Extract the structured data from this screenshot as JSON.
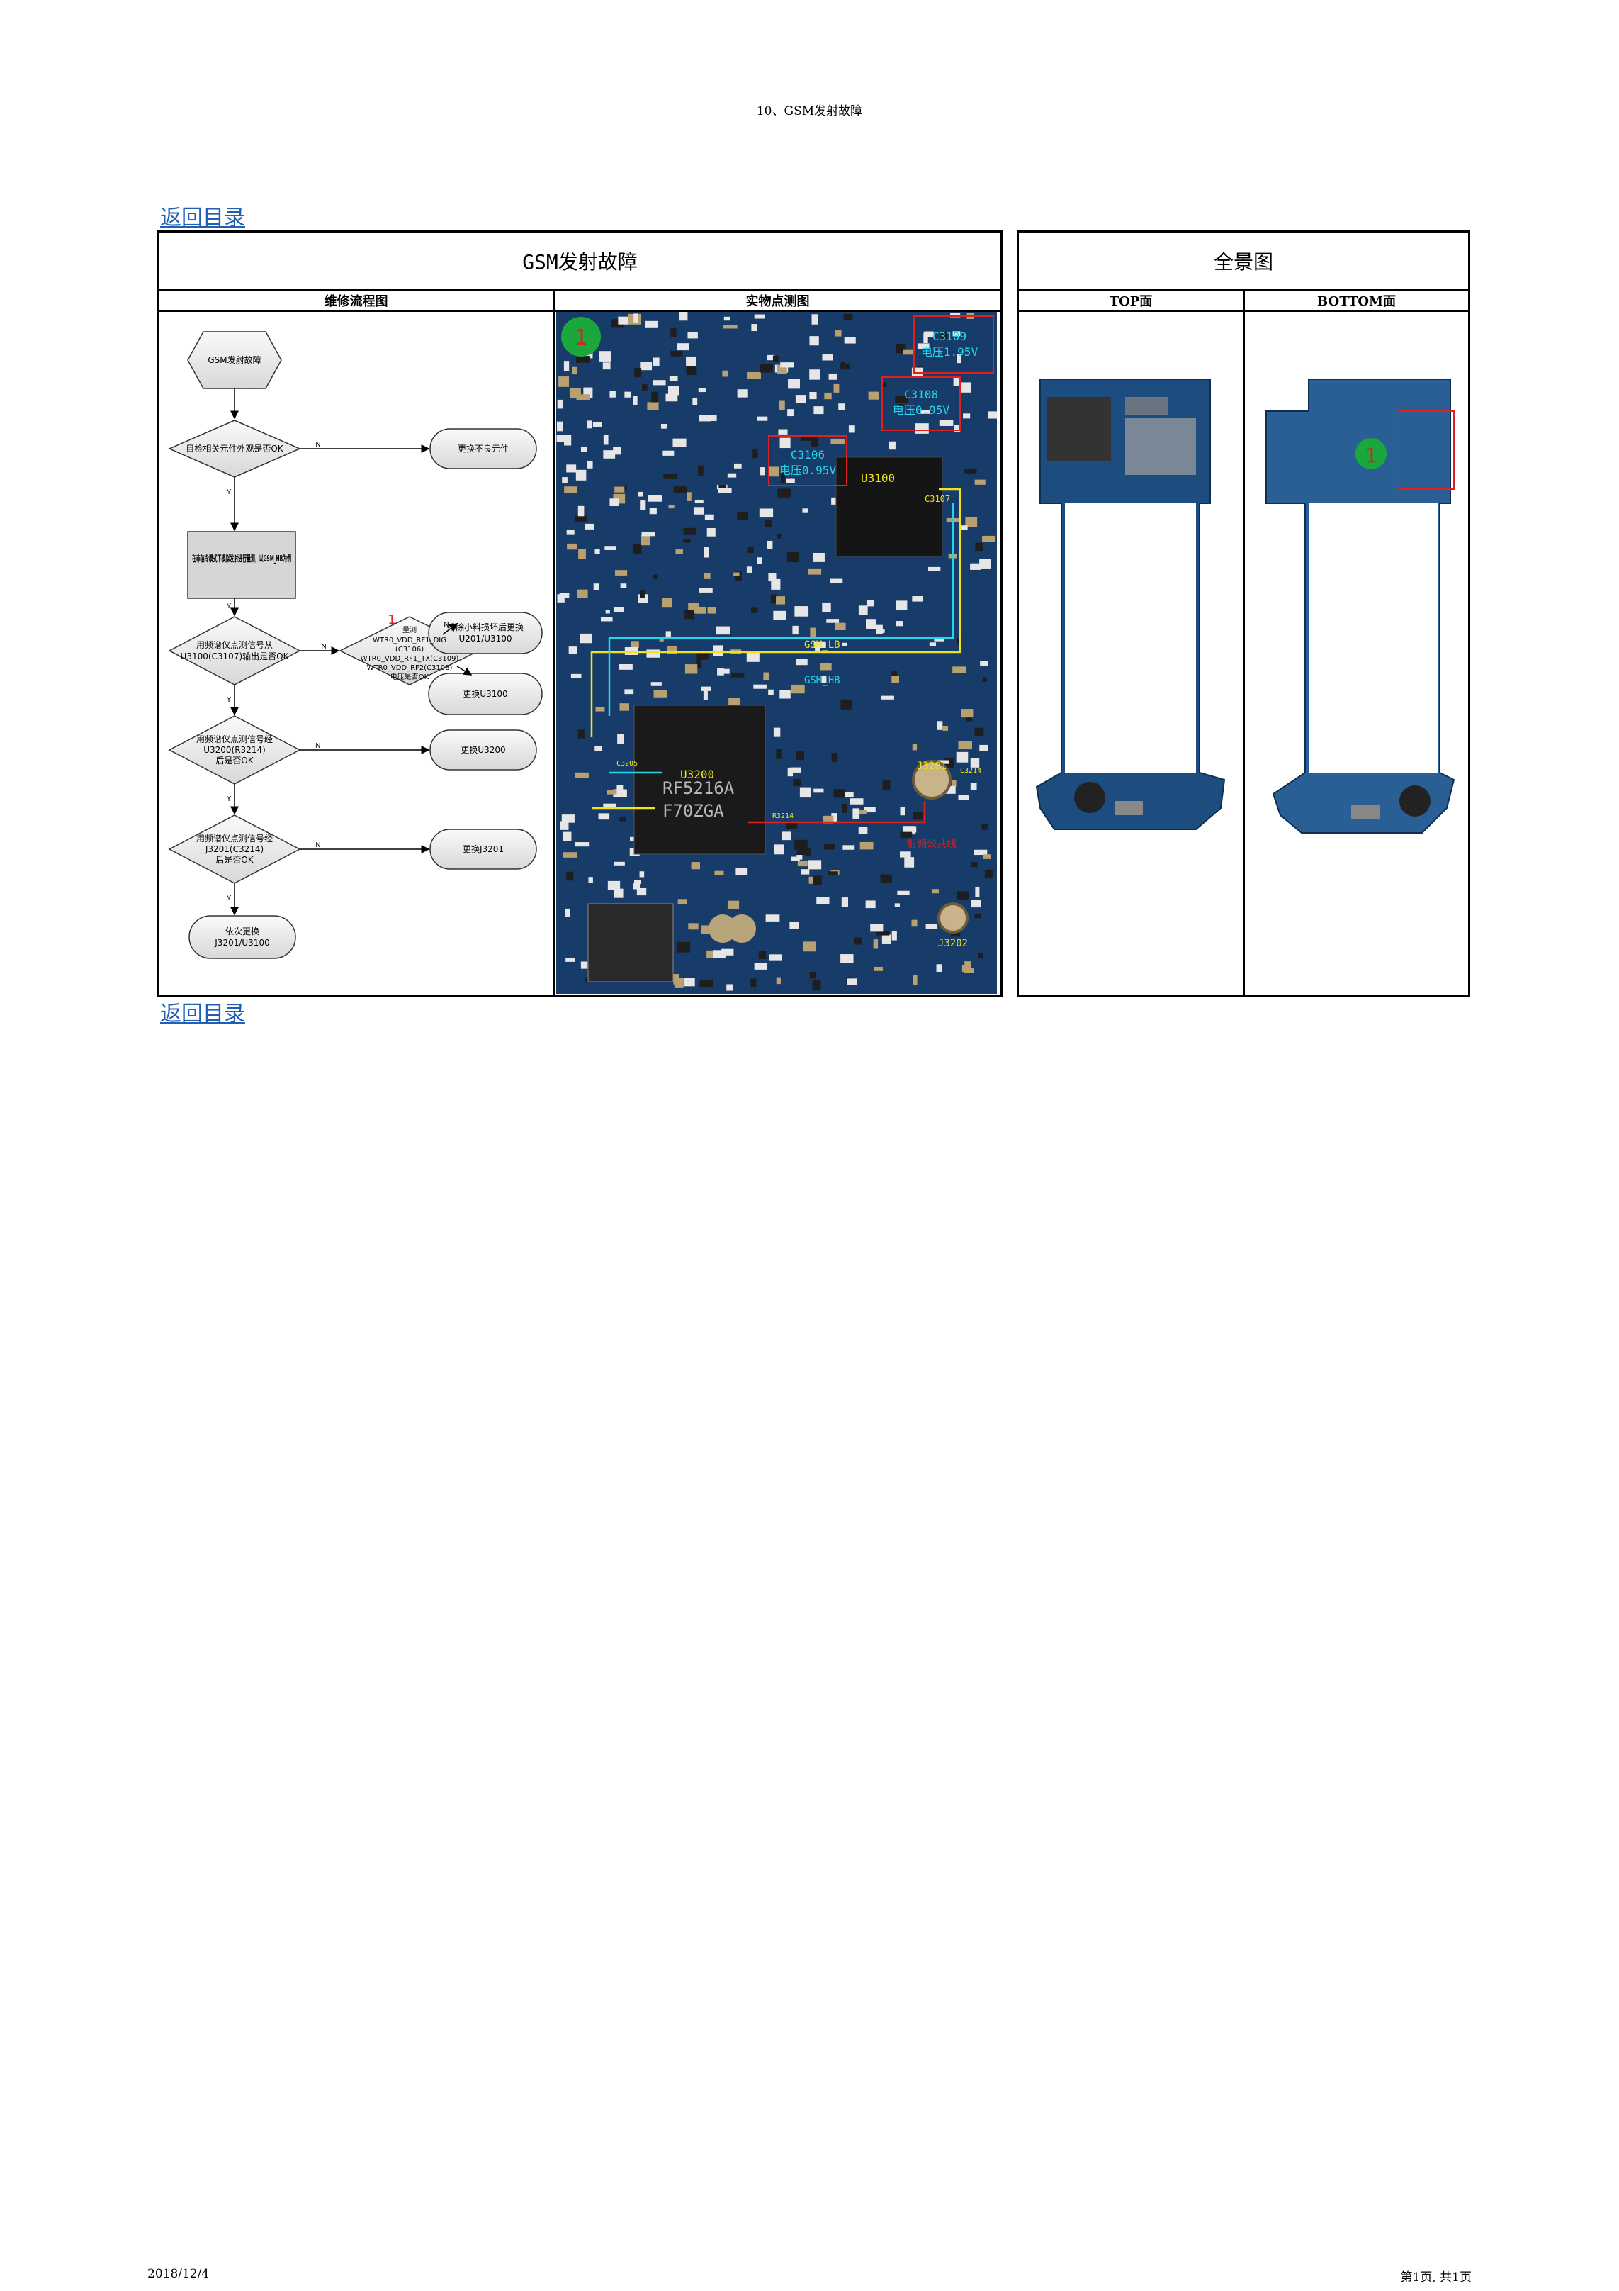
{
  "header": "10、GSM发射故障",
  "back_link": "返回目录",
  "footer": {
    "date": "2018/12/4",
    "page": "第1页, 共1页"
  },
  "table": {
    "left_title": "GSM发射故障",
    "right_title": "全景图",
    "col_flow": "维修流程图",
    "col_photo": "实物点测图",
    "col_top": "TOP面",
    "col_bottom": "BOTTOM面"
  },
  "flow": {
    "start": "GSM发射故障",
    "d1": "目检相关元件外观是否OK",
    "r1": "更换不良元件",
    "p1": "在非信令模式下模拟发射进行量测，以GSM_HB为例",
    "d2_line1": "用频谱仪点测信号从",
    "d2_line2": "U3100(C3107)输出是否OK",
    "d3_line1": "量测",
    "d3_line2": "WTR0_VDD_RF1_DIG",
    "d3_line3": "(C3106)",
    "d3_line4": "WTR0_VDD_RF1_TX(C3109)",
    "d3_line5": "WTR0_VDD_RF2(C3108)",
    "d3_line6": "电压是否OK",
    "r3a_line1": "排除小料损坏后更换",
    "r3a_line2": "U201/U3100",
    "r3b": "更换U3100",
    "d4_line1": "用频谱仪点测信号经",
    "d4_line2": "U3200(R3214)",
    "d4_line3": "后是否OK",
    "r4": "更换U3200",
    "d5_line1": "用频谱仪点测信号经",
    "d5_line2": "J3201(C3214)",
    "d5_line3": "后是否OK",
    "r5": "更换J3201",
    "end_line1": "依次更换",
    "end_line2": "J3201/U3100",
    "yes": "Y",
    "no": "N",
    "step": "1"
  },
  "photo_labels": {
    "c3109": "C3109",
    "v1": "电压1.95V",
    "c3108": "C3108",
    "v2": "电压0.95V",
    "c3106": "C3106",
    "v3": "电压0.95V",
    "u3100": "U3100",
    "c3107": "C3107",
    "gsm_lb": "GSM_LB",
    "gsm_hb": "GSM_HB",
    "c3205": "C3205",
    "u3200": "U3200",
    "chip_text1": "RF5216A",
    "chip_text2": "F70ZGA",
    "r3214": "R3214",
    "j3201": "J3201",
    "c3214": "C3214",
    "antenna": "射频公共线",
    "j3202": "J3202",
    "marker": "1"
  },
  "colors": {
    "link": "#1f5fb5",
    "pcb": "#133a66",
    "marker": "#1aa83c",
    "highlight": "#e02020",
    "cyan": "#26d6e8",
    "yellow": "#f2e21a"
  }
}
